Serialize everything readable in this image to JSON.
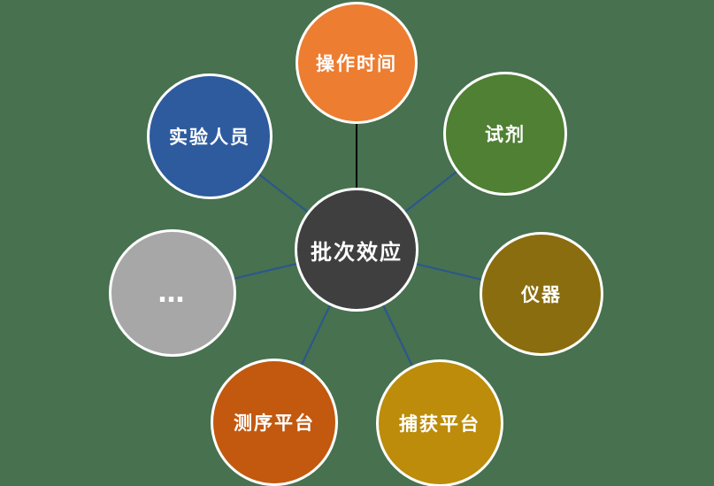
{
  "canvas": {
    "background_color": "#47714F"
  },
  "diagram": {
    "center_node": {
      "label": "批次效应",
      "color": "#3F3F3F",
      "text_color": "#FFFFFF"
    },
    "satellite_nodes": [
      {
        "id": "operation-time",
        "label": "操作时间",
        "color": "#ED7D31"
      },
      {
        "id": "reagent",
        "label": "试剂",
        "color": "#4F8033"
      },
      {
        "id": "instrument",
        "label": "仪器",
        "color": "#8A6D0E"
      },
      {
        "id": "capture-platform",
        "label": "捕获平台",
        "color": "#BC8C0A"
      },
      {
        "id": "sequencing-platform",
        "label": "测序平台",
        "color": "#C2590F"
      },
      {
        "id": "ellipsis",
        "label": "…",
        "color": "#A7A7A7"
      },
      {
        "id": "experiment-personnel",
        "label": "实验人员",
        "color": "#2E5B9E"
      }
    ],
    "connectors": {
      "default_color": "#2B5591",
      "operation_time_color": "#000000",
      "node_ring_color": "#FFFFFF"
    }
  }
}
